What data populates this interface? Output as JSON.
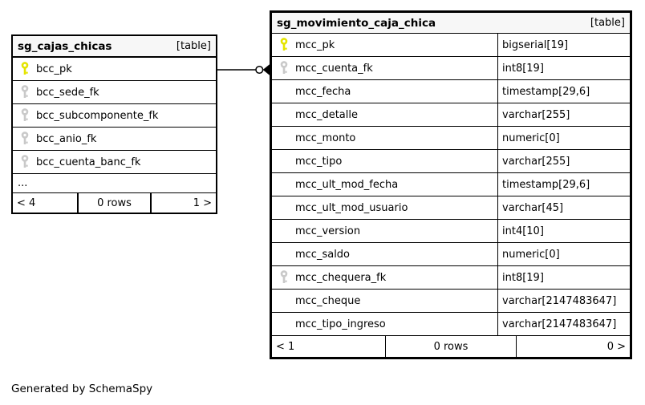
{
  "page": {
    "footer_note": "Generated by SchemaSpy"
  },
  "colors": {
    "header_bg": "#f7f7f7",
    "border": "#000000",
    "primary_key": "#e4e400",
    "foreign_key": "#c9c9c9",
    "row_bg": "#ffffff"
  },
  "relationship": {
    "from_table": "sg_cajas_chicas",
    "from_column": "bcc_pk",
    "to_table": "sg_movimiento_caja_chica",
    "to_column": "mcc_cuenta_fk",
    "end_style": "zero-or-more (circle + crow-foot arrow)"
  },
  "tables": {
    "left": {
      "title": "sg_cajas_chicas",
      "badge": "[table]",
      "rows": [
        {
          "name": "bcc_pk",
          "icon": "primary-key"
        },
        {
          "name": "bcc_sede_fk",
          "icon": "foreign-key"
        },
        {
          "name": "bcc_subcomponente_fk",
          "icon": "foreign-key"
        },
        {
          "name": "bcc_anio_fk",
          "icon": "foreign-key"
        },
        {
          "name": "bcc_cuenta_banc_fk",
          "icon": "foreign-key"
        },
        {
          "name": "...",
          "icon": "none"
        }
      ],
      "footer": {
        "left": "< 4",
        "center": "0 rows",
        "right": "1 >"
      }
    },
    "right": {
      "title": "sg_movimiento_caja_chica",
      "badge": "[table]",
      "rows": [
        {
          "name": "mcc_pk",
          "type": "bigserial[19]",
          "icon": "primary-key"
        },
        {
          "name": "mcc_cuenta_fk",
          "type": "int8[19]",
          "icon": "foreign-key"
        },
        {
          "name": "mcc_fecha",
          "type": "timestamp[29,6]",
          "icon": "none"
        },
        {
          "name": "mcc_detalle",
          "type": "varchar[255]",
          "icon": "none"
        },
        {
          "name": "mcc_monto",
          "type": "numeric[0]",
          "icon": "none"
        },
        {
          "name": "mcc_tipo",
          "type": "varchar[255]",
          "icon": "none"
        },
        {
          "name": "mcc_ult_mod_fecha",
          "type": "timestamp[29,6]",
          "icon": "none"
        },
        {
          "name": "mcc_ult_mod_usuario",
          "type": "varchar[45]",
          "icon": "none"
        },
        {
          "name": "mcc_version",
          "type": "int4[10]",
          "icon": "none"
        },
        {
          "name": "mcc_saldo",
          "type": "numeric[0]",
          "icon": "none"
        },
        {
          "name": "mcc_chequera_fk",
          "type": "int8[19]",
          "icon": "foreign-key"
        },
        {
          "name": "mcc_cheque",
          "type": "varchar[2147483647]",
          "icon": "none"
        },
        {
          "name": "mcc_tipo_ingreso",
          "type": "varchar[2147483647]",
          "icon": "none"
        }
      ],
      "footer": {
        "left": "< 1",
        "center": "0 rows",
        "right": "0 >"
      }
    }
  }
}
